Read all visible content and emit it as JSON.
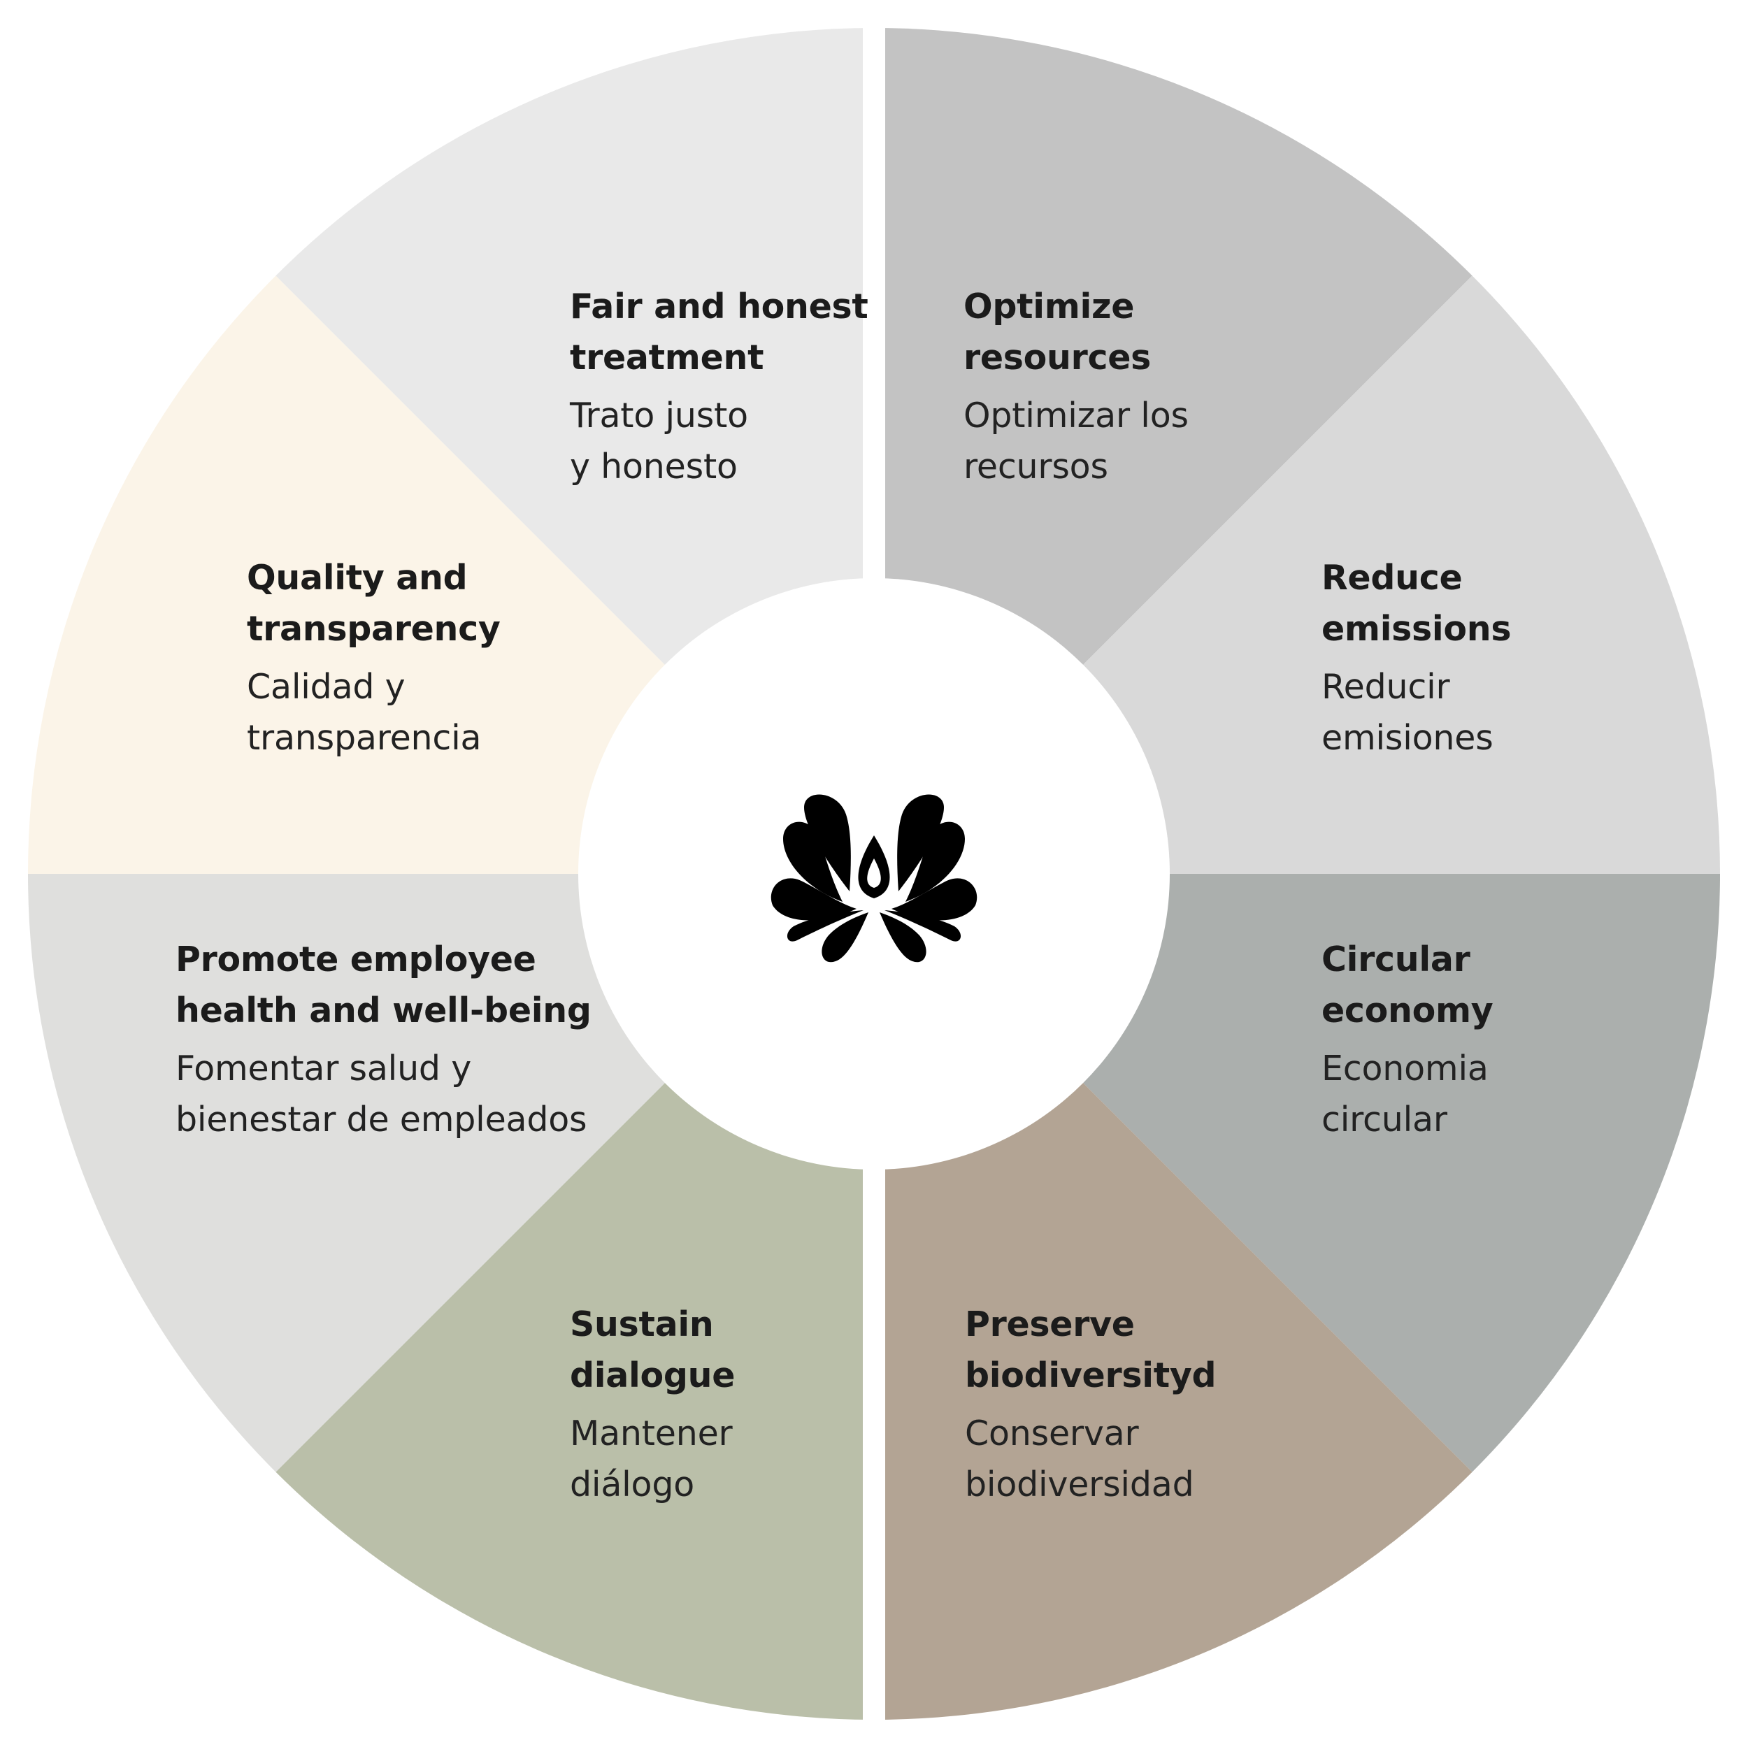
{
  "colors": {
    "background": "#ffffff",
    "divider": "#ffffff",
    "center": "#ffffff",
    "logo": "#000000"
  },
  "logo_icon": "lotus-icon",
  "segments": [
    {
      "id": "fair",
      "title_en": "Fair and honest\ntreatment",
      "title_es": "Trato justo\ny honesto",
      "color": "#c3c3c3"
    },
    {
      "id": "optimize",
      "title_en": "Optimize\nresources",
      "title_es": "Optimizar los\nrecursos",
      "color": "#d9d9d9"
    },
    {
      "id": "reduce",
      "title_en": "Reduce\nemissions",
      "title_es": "Reducir\nemisiones",
      "color": "#abafad"
    },
    {
      "id": "circular",
      "title_en": "Circular\neconomy",
      "title_es": "Economia\ncircular",
      "color": "#b3a494"
    },
    {
      "id": "preserve",
      "title_en": "Preserve\nbiodiversityd",
      "title_es": "Conservar\nbiodiversidad",
      "color": "#babfa9"
    },
    {
      "id": "sustain",
      "title_en": "Sustain\ndialogue",
      "title_es": "Mantener\ndiálogo",
      "color": "#dfdfdd"
    },
    {
      "id": "promote",
      "title_en": "Promote employee\nhealth and well-being",
      "title_es": "Fomentar salud y\nbienestar de empleados",
      "color": "#fbf4e8"
    },
    {
      "id": "quality",
      "title_en": "Quality and\ntransparency",
      "title_es": "Calidad y\ntransparencia",
      "color": "#e9e9e9"
    }
  ]
}
